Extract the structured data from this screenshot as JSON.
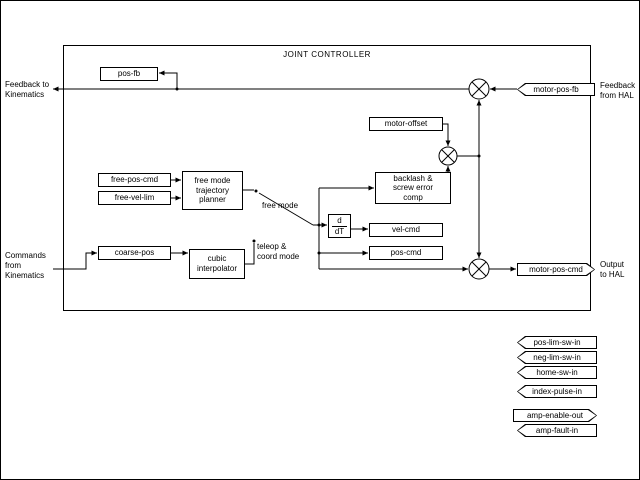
{
  "title": "JOINT CONTROLLER",
  "external_labels": {
    "feedback_to_kinematics": "Feedback to\nKinematics",
    "commands_from_kinematics": "Commands\nfrom\nKinematics",
    "feedback_from_hal": "Feedback\nfrom HAL",
    "output_to_hal": "Output\nto HAL"
  },
  "mode_labels": {
    "free_mode": "free mode",
    "teleop_coord_mode": "teleop &\ncoord mode"
  },
  "boxes": {
    "pos_fb": "pos-fb",
    "motor_offset": "motor-offset",
    "free_pos_cmd": "free-pos-cmd",
    "free_vel_lim": "free-vel-lim",
    "trajectory_planner": "free mode\ntrajectory\nplanner",
    "backlash_comp": "backlash &\nscrew error\ncomp",
    "derivative_top": "d",
    "derivative_bottom": "dT",
    "vel_cmd": "vel-cmd",
    "pos_cmd": "pos-cmd",
    "coarse_pos": "coarse-pos",
    "cubic_interpolator": "cubic\ninterpolator"
  },
  "hal_pins": {
    "motor_pos_fb": "motor-pos-fb",
    "motor_pos_cmd": "motor-pos-cmd",
    "bottom": [
      {
        "label": "pos-lim-sw-in",
        "direction": "in"
      },
      {
        "label": "neg-lim-sw-in",
        "direction": "in"
      },
      {
        "label": "home-sw-in",
        "direction": "in"
      },
      {
        "label": "index-pulse-in",
        "direction": "in"
      },
      {
        "label": "amp-enable-out",
        "direction": "out"
      },
      {
        "label": "amp-fault-in",
        "direction": "in"
      }
    ]
  },
  "colors": {
    "ink": "#000000",
    "paper": "#ffffff"
  }
}
